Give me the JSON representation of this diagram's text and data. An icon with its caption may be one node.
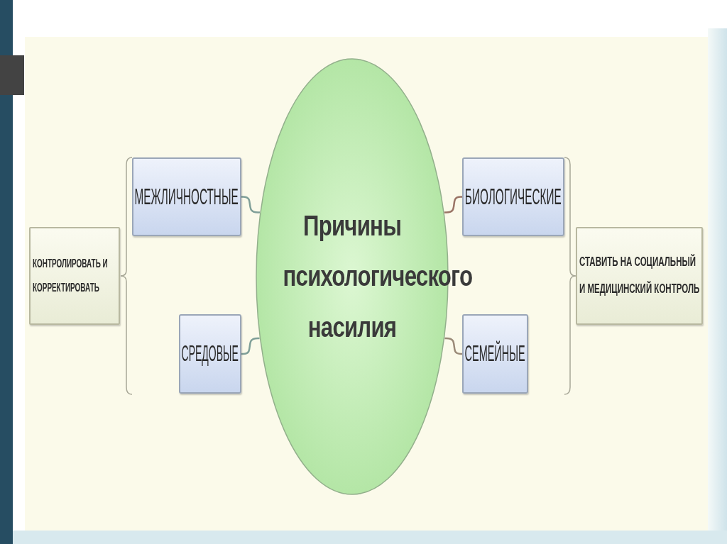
{
  "diagram": {
    "nodes": [
      {
        "text": [
          "Причины психологического насилия"
        ]
      },
      {
        "text": [
          "МЕЖЛИЧНОСТНЫЕ"
        ]
      },
      {
        "text": [
          "СРЕДОВЫЕ"
        ]
      },
      {
        "text": [
          "БИОЛОГИЧЕСКИЕ"
        ]
      },
      {
        "text": [
          "СЕМЕЙНЫЕ"
        ]
      },
      {
        "text": [
          "КОНТРОЛИРОВАТЬ И КОРРЕКТИРОВАТЬ"
        ]
      },
      {
        "text": [
          "СТАВИТЬ НА СОЦИАЛЬНЫЙ И МЕДИЦИНСКИЙ КОНТРОЛЬ"
        ]
      }
    ],
    "edges": [
      {
        "from": 0,
        "to": 1,
        "arrow": "none",
        "color": "#7f9f98"
      },
      {
        "from": 0,
        "to": 2,
        "arrow": "none",
        "color": "#7f9f98"
      },
      {
        "from": 0,
        "to": 3,
        "arrow": "none",
        "color": "#9a7466"
      },
      {
        "from": 0,
        "to": 4,
        "arrow": "none",
        "color": "#9a8a78"
      }
    ]
  }
}
